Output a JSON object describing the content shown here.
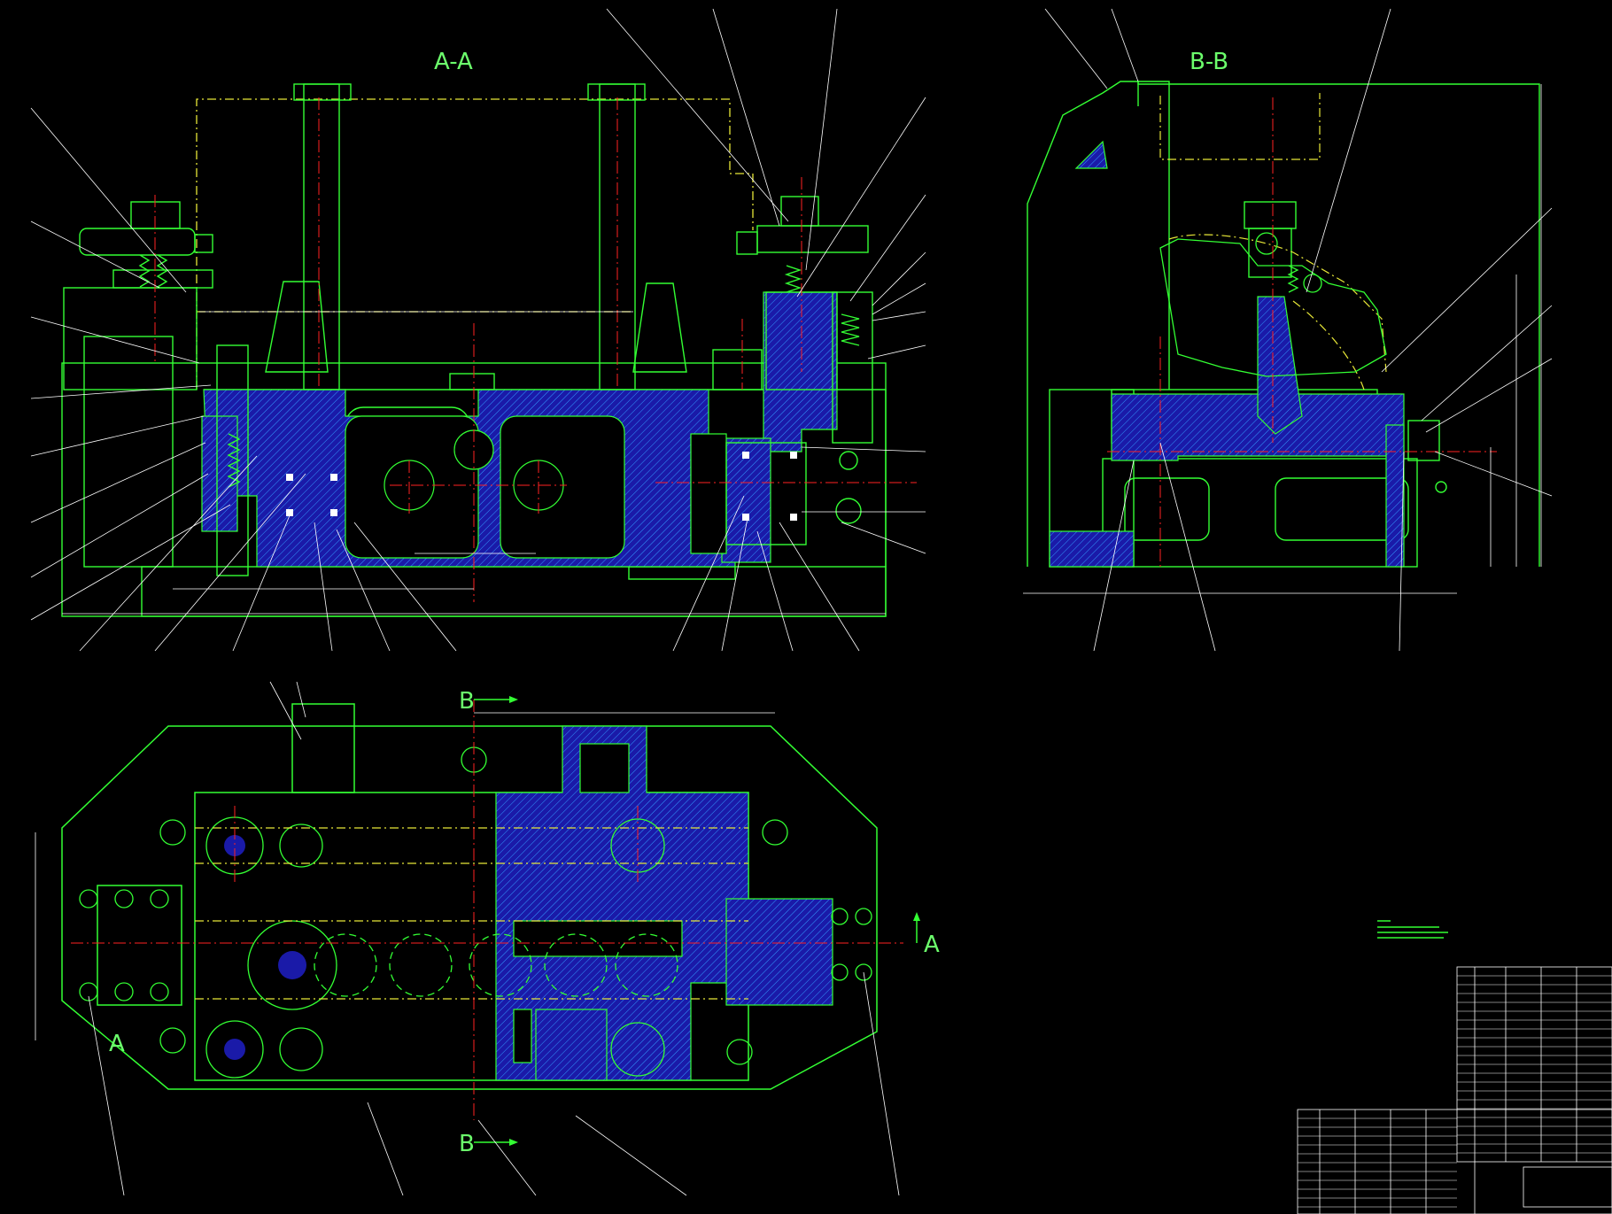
{
  "views": {
    "section_aa_title": "A-A",
    "section_bb_title": "B-B",
    "cut_label_a": "A",
    "cut_label_b": "B"
  },
  "colors": {
    "background": "#000000",
    "outline": "#33ff33",
    "hatch": "#2233ff",
    "hidden": "#ffff33",
    "center": "#ff2222",
    "leader": "#ffffff"
  }
}
